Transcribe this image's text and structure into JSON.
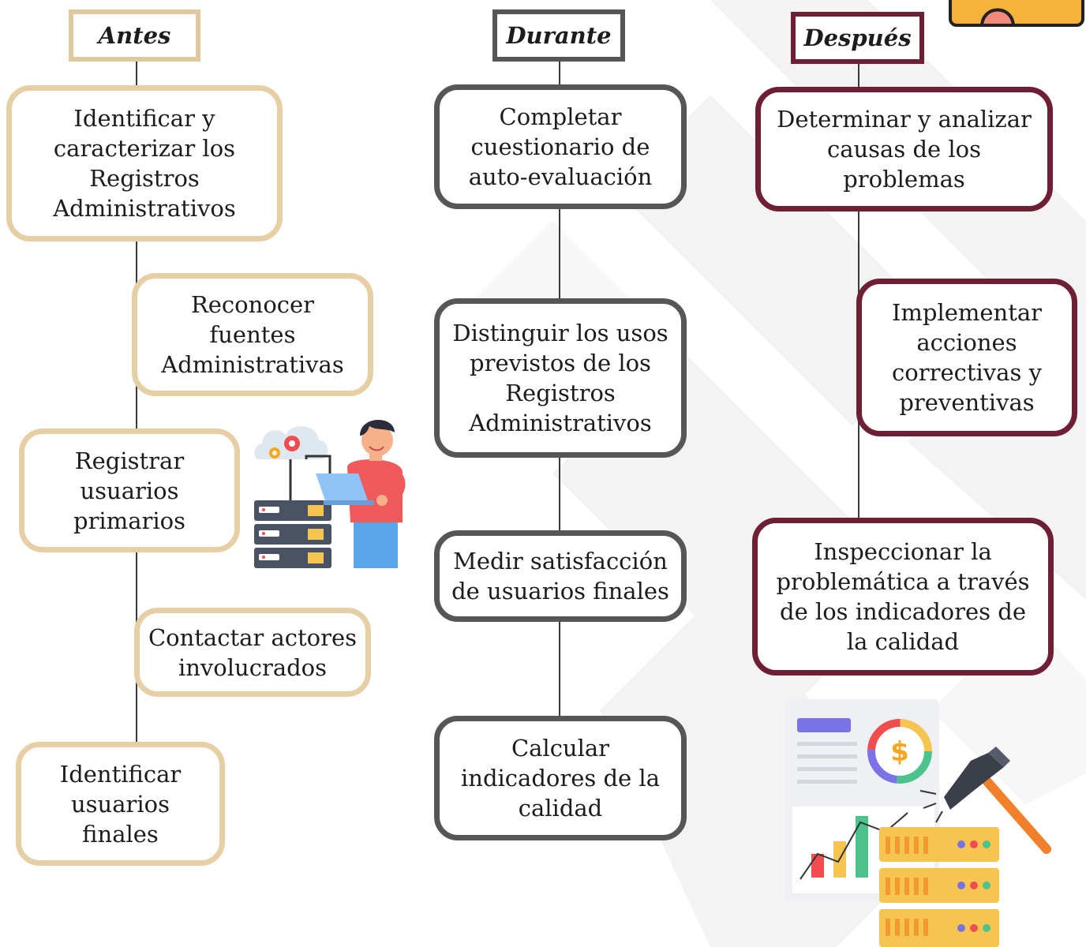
{
  "colors": {
    "antes": "#e6cfa5",
    "durante": "#565656",
    "despues": "#6e1f34"
  },
  "columns": {
    "antes": {
      "header": "Antes",
      "steps": [
        "Identificar y\ncaracterizar los\nRegistros\nAdministrativos",
        "Reconocer\nfuentes\nAdministrativas",
        "Registrar\nusuarios\nprimarios",
        "Contactar actores\ninvolucrados",
        "Identificar\nusuarios\nfinales"
      ]
    },
    "durante": {
      "header": "Durante",
      "steps": [
        "Completar\ncuestionario de\nauto-evaluación",
        "Distinguir los usos\nprevistos de los\nRegistros\nAdministrativos",
        "Medir satisfacción\nde usuarios finales",
        "Calcular\nindicadores de la\ncalidad"
      ]
    },
    "despues": {
      "header": "Después",
      "steps": [
        "Determinar y analizar\ncausas de los\nproblemas",
        "Implementar\nacciones\ncorrectivas y\npreventivas",
        "Inspeccionar la\nproblemática a través\nde los indicadores de\nla calidad"
      ]
    }
  },
  "illustrations": {
    "person": "person-with-laptop-and-servers-illustration",
    "analytics": "analytics-report-with-hammer-and-servers-illustration",
    "corner": "corner-badge-icon"
  }
}
